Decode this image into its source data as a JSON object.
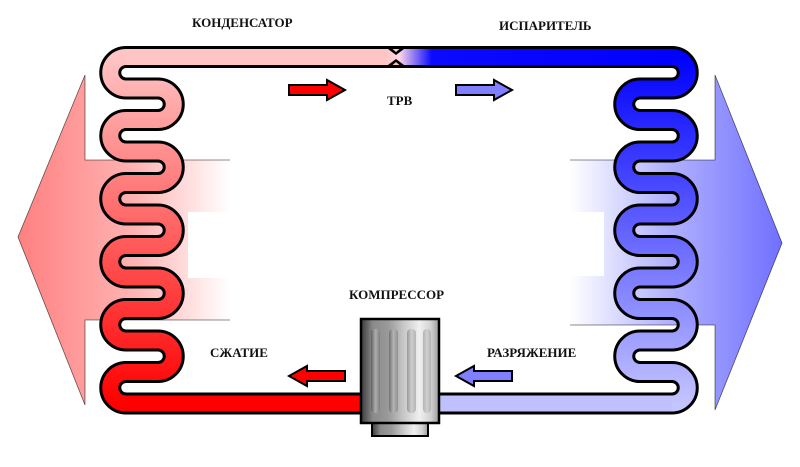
{
  "title": "Refrigeration cycle diagram",
  "labels": {
    "condenser": "КОНДЕНСАТОР",
    "evaporator": "ИСПАРИТЕЛЬ",
    "expansion_valve": "ТРВ",
    "compressor": "КОМПРЕССОР",
    "compression": "СЖАТИЕ",
    "rarefaction": "РАЗРЯЖЕНИЕ"
  },
  "colors": {
    "hot": "#ff0000",
    "hot_light": "#ffc0c0",
    "cold": "#0000ff",
    "cold_light": "#c0c0ff",
    "arrow_hot": "#ff0000",
    "arrow_cold": "#8080ff",
    "outline": "#000000"
  },
  "flow_arrows": [
    {
      "id": "top-left",
      "direction": "right",
      "kind": "hot"
    },
    {
      "id": "top-right",
      "direction": "right",
      "kind": "cold"
    },
    {
      "id": "bottom-left",
      "direction": "left",
      "kind": "hot"
    },
    {
      "id": "bottom-right",
      "direction": "left",
      "kind": "cold"
    }
  ],
  "heat_arrows": [
    {
      "id": "heat-out-left",
      "direction": "left",
      "kind": "hot"
    },
    {
      "id": "heat-in-right",
      "direction": "right",
      "kind": "cold"
    }
  ]
}
